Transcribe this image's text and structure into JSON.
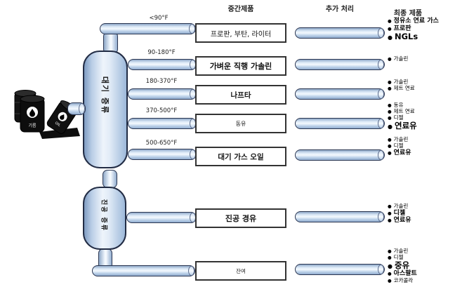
{
  "headers": {
    "intermediate": "중간제품",
    "processing": "추가 처리",
    "final": "최종 제품"
  },
  "columns": {
    "atmospheric": "대기 증류",
    "vacuum": "진공 증류"
  },
  "crude": {
    "barrel_label": "기름",
    "barrel_side_label": "OIL"
  },
  "colors": {
    "pipe_fill": "#d8e6f5",
    "pipe_outline": "#2a3550",
    "box_border": "#333333",
    "background": "#ffffff"
  },
  "rows": [
    {
      "temp": "<90°F",
      "intermediate": "프로판, 부탄, 라이터",
      "final": [
        {
          "t": "정유소 연료 가스",
          "em": 1
        },
        {
          "t": "프로판",
          "em": 1
        },
        {
          "t": "NGLs",
          "em": 2
        }
      ]
    },
    {
      "temp": "90-180°F",
      "intermediate": "가벼운 직행 가솔린",
      "final": [
        {
          "t": "가솔린",
          "em": 0
        }
      ]
    },
    {
      "temp": "180-370°F",
      "intermediate": "나프타",
      "final": [
        {
          "t": "가솔린",
          "em": 0
        },
        {
          "t": "제트 연료",
          "em": 0
        }
      ]
    },
    {
      "temp": "370-500°F",
      "intermediate": "동유",
      "final": [
        {
          "t": "동유",
          "em": 0
        },
        {
          "t": "제트 연료",
          "em": 0
        },
        {
          "t": "디젤",
          "em": 0
        },
        {
          "t": "연료유",
          "em": 2
        }
      ]
    },
    {
      "temp": "500-650°F",
      "intermediate": "대기 가스 오일",
      "final": [
        {
          "t": "가솔린",
          "em": 0
        },
        {
          "t": "디젤",
          "em": 0
        },
        {
          "t": "연료유",
          "em": 1
        }
      ]
    },
    {
      "temp": "",
      "intermediate": "진공 경유",
      "final": [
        {
          "t": "가솔린",
          "em": 0
        },
        {
          "t": "디젤",
          "em": 1
        },
        {
          "t": "연료유",
          "em": 1
        }
      ]
    },
    {
      "temp": "",
      "intermediate": "잔여",
      "final": [
        {
          "t": "가솔린",
          "em": 0
        },
        {
          "t": "디젤",
          "em": 0
        },
        {
          "t": "중유",
          "em": 2
        },
        {
          "t": "아스팔트",
          "em": 1
        },
        {
          "t": "코카콜라",
          "em": 0
        }
      ]
    }
  ]
}
